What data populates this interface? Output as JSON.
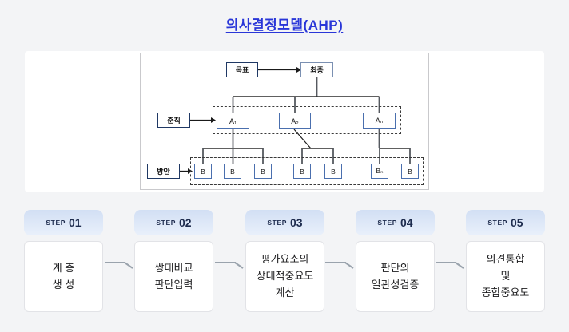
{
  "title": "의사결정모델(AHP)",
  "colors": {
    "page-bg": "#f3f4f6",
    "title-blue": "#2936d8",
    "navy-border": "#1f3864",
    "node-border": "#4a6fae",
    "final-border": "#7b90b2",
    "step-header-top": "#d2dff4",
    "step-header-bottom": "#e9f0fb",
    "step-header-text": "#1e2c4e",
    "line-dark": "#2b2b2b",
    "line-gray": "#5a5f66",
    "flow-arrow": "#9aa3ad"
  },
  "diagram": {
    "goal_label": "목표",
    "final_label": "최종",
    "criteria_label": "준칙",
    "alternatives_label": "방안",
    "a_nodes": [
      "A₁",
      "A₂",
      "Aₙ"
    ],
    "b_nodes": [
      "B",
      "B",
      "B",
      "B",
      "B",
      "Bₙ",
      "B"
    ]
  },
  "steps": [
    {
      "label": "STEP",
      "number": "01",
      "body": "계 층\n생 성"
    },
    {
      "label": "STEP",
      "number": "02",
      "body": "쌍대비교\n판단입력"
    },
    {
      "label": "STEP",
      "number": "03",
      "body": "평가요소의\n상대적중요도\n계산"
    },
    {
      "label": "STEP",
      "number": "04",
      "body": "판단의\n일관성검증"
    },
    {
      "label": "STEP",
      "number": "05",
      "body": "의견통합\n및\n종합중요도"
    }
  ]
}
